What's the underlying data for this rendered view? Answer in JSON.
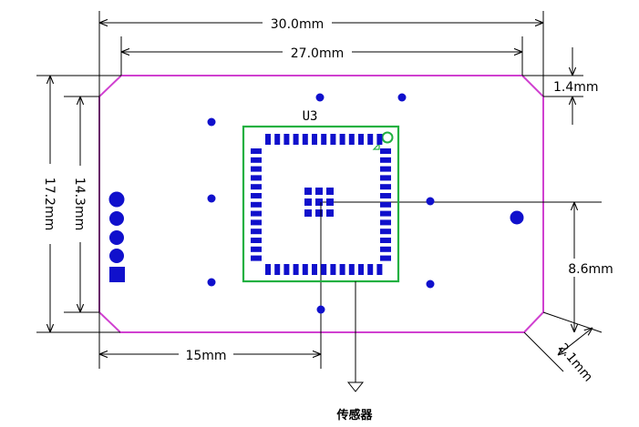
{
  "dimensions": {
    "overall_width": "30.0mm",
    "inner_width": "27.0mm",
    "corner_offset": "1.4mm",
    "overall_height": "17.2mm",
    "inner_height": "14.3mm",
    "sensor_offset_x": "15mm",
    "sensor_offset_y": "8.6mm",
    "chamfer": "2.1mm"
  },
  "component": {
    "designator": "U3"
  },
  "sensor_label": "传感器",
  "colors": {
    "board_outline": "#d040d0",
    "component_outline": "#20b040",
    "pads": "#1010cc",
    "dimension_lines": "#000000"
  }
}
